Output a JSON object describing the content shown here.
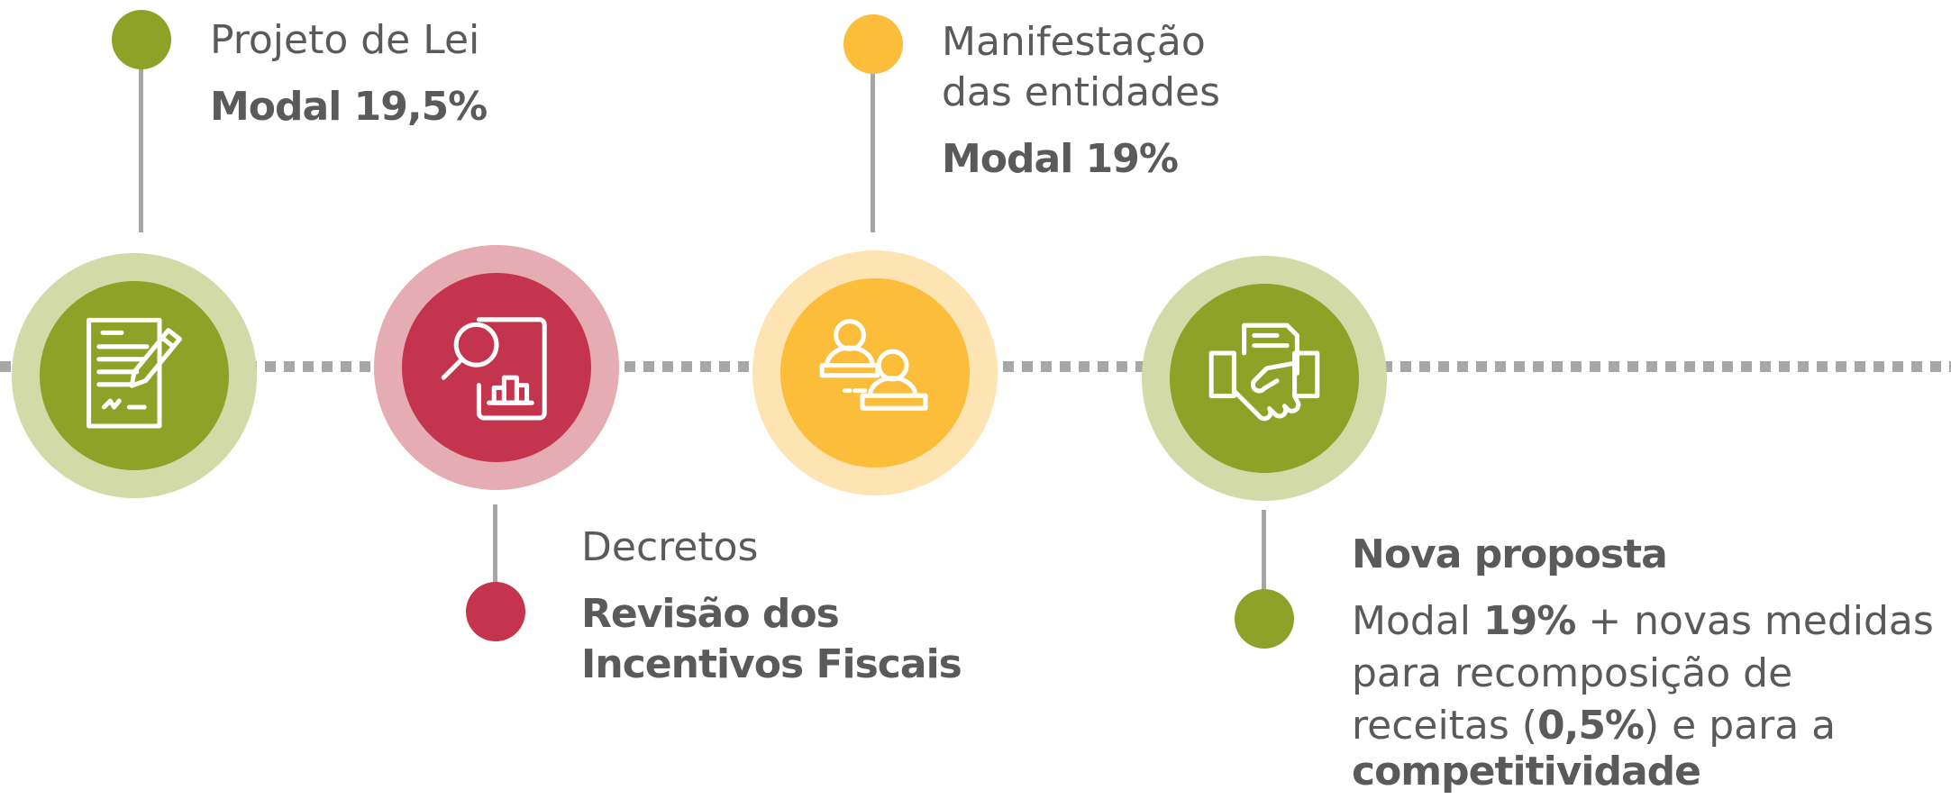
{
  "colors": {
    "olive": "#8da226",
    "olive_light": "#d2daa8",
    "crimson": "#c4344c",
    "crimson_light": "#e5acb4",
    "amber": "#fcbd3b",
    "amber_light": "#fde4b2",
    "line_gray": "#a6a6a6",
    "text_gray": "#5a5a5a"
  },
  "milestones": [
    {
      "icon": "document-signature-icon",
      "title": "Projeto de Lei",
      "detail": "Modal 19,5%"
    },
    {
      "icon": "magnifier-report-icon",
      "title": "Decretos",
      "detail_line1": "Revisão dos",
      "detail_line2": "Incentivos Fiscais"
    },
    {
      "icon": "people-meeting-icon",
      "title_line1": "Manifestação",
      "title_line2": "das entidades",
      "detail": "Modal 19%"
    },
    {
      "icon": "handshake-document-icon",
      "title": "Nova proposta",
      "line1_pre": "Modal ",
      "line1_bold": "19%",
      "line1_post": " + novas medidas",
      "line2": "para recomposição de",
      "line3_pre": "receitas (",
      "line3_bold": "0,5%",
      "line3_post": ") e para a",
      "line4_bold": "competitividade"
    }
  ]
}
